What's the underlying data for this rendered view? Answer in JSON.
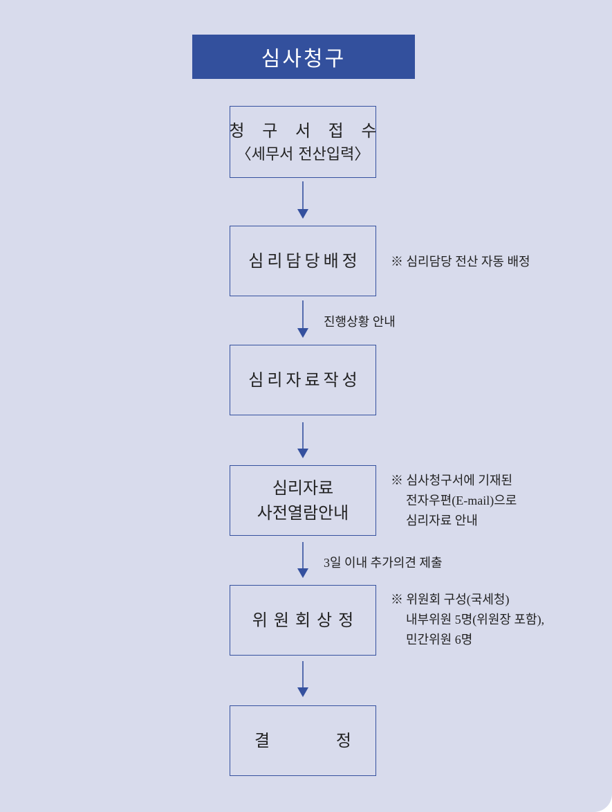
{
  "title": "심사청구",
  "steps": [
    {
      "lines": [
        "청 구 서 접 수",
        "〈세무서 전산입력〉"
      ]
    },
    {
      "lines": [
        "심리담당배정"
      ]
    },
    {
      "lines": [
        "심리자료작성"
      ]
    },
    {
      "lines": [
        "심리자료",
        "사전열람안내"
      ]
    },
    {
      "lines": [
        "위원회상정"
      ]
    },
    {
      "lines": [
        "결",
        "정"
      ]
    }
  ],
  "notes": {
    "step2": [
      "※ 심리담당 전산 자동 배정"
    ],
    "step4": [
      "※ 심사청구서에 기재된",
      "전자우편(E-mail)으로",
      "심리자료 안내"
    ],
    "step5": [
      "※ 위원회 구성(국세청)",
      "내부위원 5명(위원장 포함),",
      "민간위원 6명"
    ]
  },
  "flow_labels": {
    "after_step2": "진행상황 안내",
    "after_step4": "3일 이내 추가의견 제출"
  },
  "colors": {
    "title_bg": "#33509d",
    "panel_bg": "#d8dbec",
    "border": "#34509e",
    "arrow": "#34509e"
  }
}
